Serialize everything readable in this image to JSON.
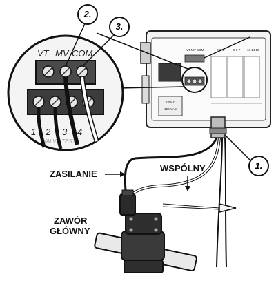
{
  "callouts": {
    "c1": "1.",
    "c2": "2.",
    "c3": "3."
  },
  "labels": {
    "power": "ZASILANIE",
    "common": "WSPÓLNY",
    "valve_line1": "ZAWÓR",
    "valve_line2": "GŁÓWNY"
  },
  "terminals": {
    "top_row": [
      "VT",
      "MV",
      "COM"
    ],
    "bottom_row": [
      "1",
      "2",
      "3",
      "4"
    ],
    "bottom_caption": "VALVE TEST"
  },
  "controller_small_labels": {
    "top_left": "VT MV COM",
    "cols": [
      "2 3 4",
      "5 6 7",
      "13 14 15"
    ],
    "transformer": [
      "24VAC",
      "120 VAC"
    ]
  },
  "colors": {
    "ink": "#111111",
    "panel": "#e8e8e8",
    "dark": "#3a3a3a",
    "wire_white": "#ffffff"
  }
}
